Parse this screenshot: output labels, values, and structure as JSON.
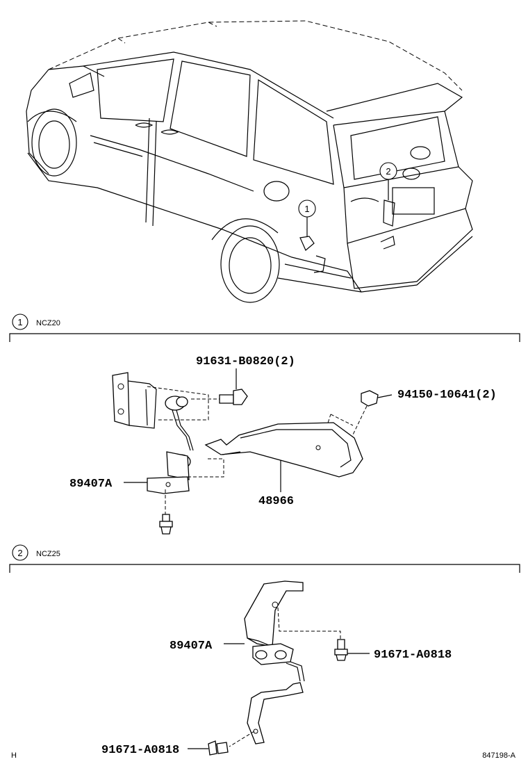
{
  "overview": {
    "callouts": [
      "1",
      "2"
    ]
  },
  "section1": {
    "marker": "1",
    "model": "NCZ20",
    "parts": {
      "bolt_top": "91631-B0820(2)",
      "nut": "94150-10641(2)",
      "sensor": "89407A",
      "bracket": "48966"
    }
  },
  "section2": {
    "marker": "2",
    "model": "NCZ25",
    "parts": {
      "sensor": "89407A",
      "bolt_right": "91671-A0818",
      "bolt_bottom": "91671-A0818"
    }
  },
  "footer": {
    "left": "H",
    "right": "847198-A"
  }
}
